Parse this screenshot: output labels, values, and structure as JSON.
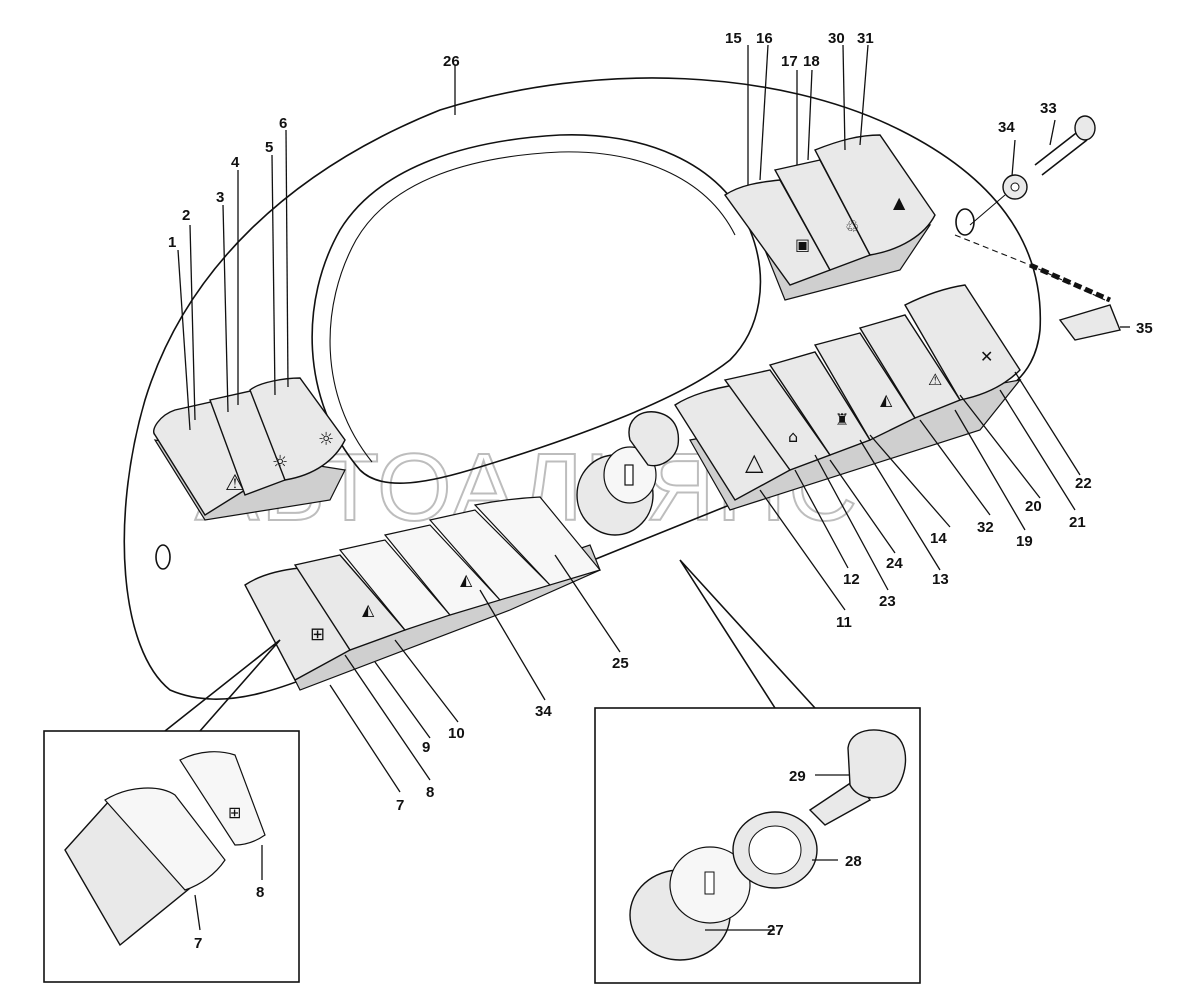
{
  "watermark": "АВТОАЛЬЯНС",
  "callouts": [
    "1",
    "2",
    "3",
    "4",
    "5",
    "6",
    "7",
    "8",
    "9",
    "10",
    "11",
    "12",
    "13",
    "14",
    "15",
    "16",
    "17",
    "18",
    "19",
    "20",
    "21",
    "22",
    "23",
    "24",
    "25",
    "26",
    "27",
    "28",
    "29",
    "30",
    "31",
    "32",
    "33",
    "34",
    "35"
  ],
  "inset_left_callouts": [
    "7",
    "8"
  ],
  "inset_right_callouts": [
    "27",
    "28",
    "29"
  ]
}
